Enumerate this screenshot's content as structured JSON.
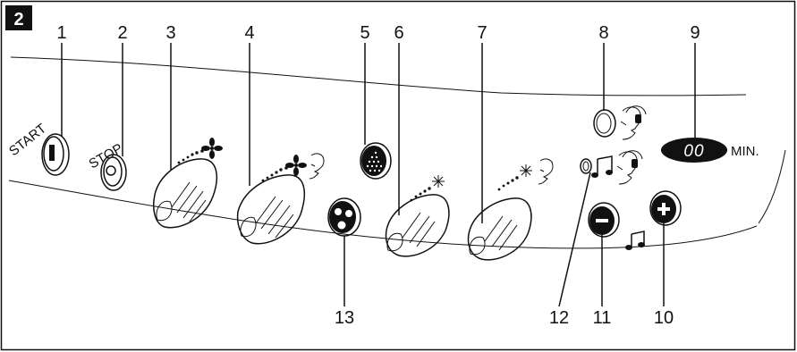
{
  "figure": {
    "badge": "2",
    "callouts": [
      "1",
      "2",
      "3",
      "4",
      "5",
      "6",
      "7",
      "8",
      "9",
      "10",
      "11",
      "12",
      "13"
    ],
    "start_label": "START",
    "stop_label": "STOP",
    "display_value": "00",
    "display_unit": "MIN.",
    "minus_symbol": "−",
    "plus_symbol": "+"
  }
}
